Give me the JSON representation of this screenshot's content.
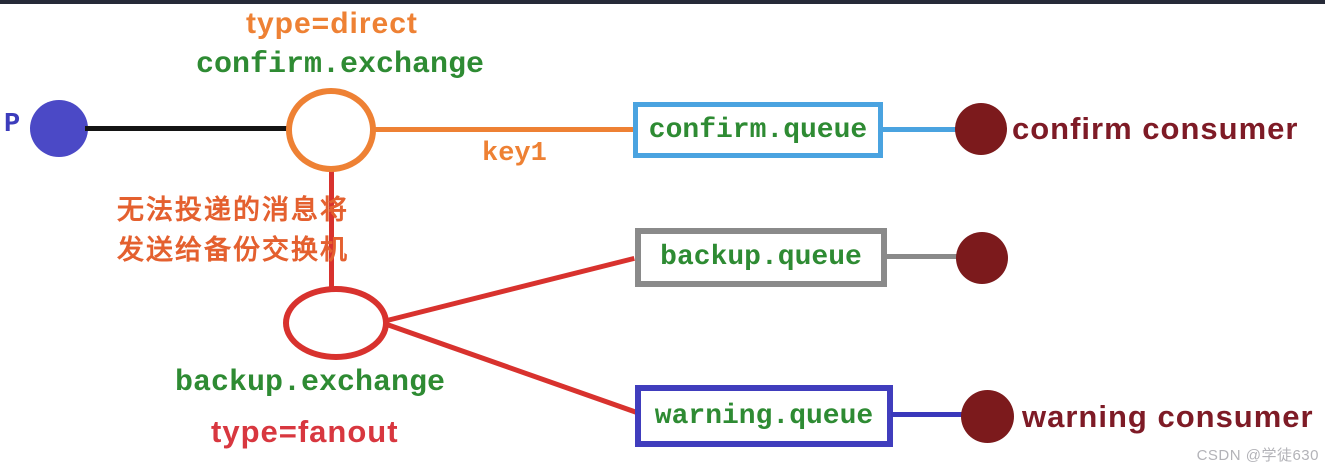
{
  "diagram": {
    "producer": {
      "label": "P"
    },
    "confirm_exchange": {
      "type_label": "type=direct",
      "name": "confirm.exchange",
      "routing_key": "key1"
    },
    "confirm_queue": {
      "name": "confirm.queue"
    },
    "confirm_consumer": {
      "label": "confirm consumer"
    },
    "backup_note": {
      "line1": "无法投递的消息将",
      "line2": "发送给备份交换机"
    },
    "backup_exchange": {
      "name": "backup.exchange",
      "type_label": "type=fanout"
    },
    "backup_queue": {
      "name": "backup.queue"
    },
    "warning_queue": {
      "name": "warning.queue"
    },
    "warning_consumer": {
      "label": "warning consumer"
    },
    "colors": {
      "exchange_direct_orange": "#ee8134",
      "exchange_fanout_red": "#d8322e",
      "queue_name_green": "#2e8b33",
      "confirm_queue_border_sky_blue": "#4aa3e0",
      "backup_queue_border_gray": "#8a8a8a",
      "warning_queue_border_royal_blue": "#403dbd",
      "producer_blue": "#4b49c6",
      "consumer_maroon": "#7c1a1c",
      "consumer_text_maroon": "#7e1b26",
      "note_orange_red": "#e4602f",
      "producer_edge_black": "#141414",
      "top_bar_dark": "#262a38"
    }
  },
  "watermark": {
    "text": "CSDN @学徒630"
  }
}
